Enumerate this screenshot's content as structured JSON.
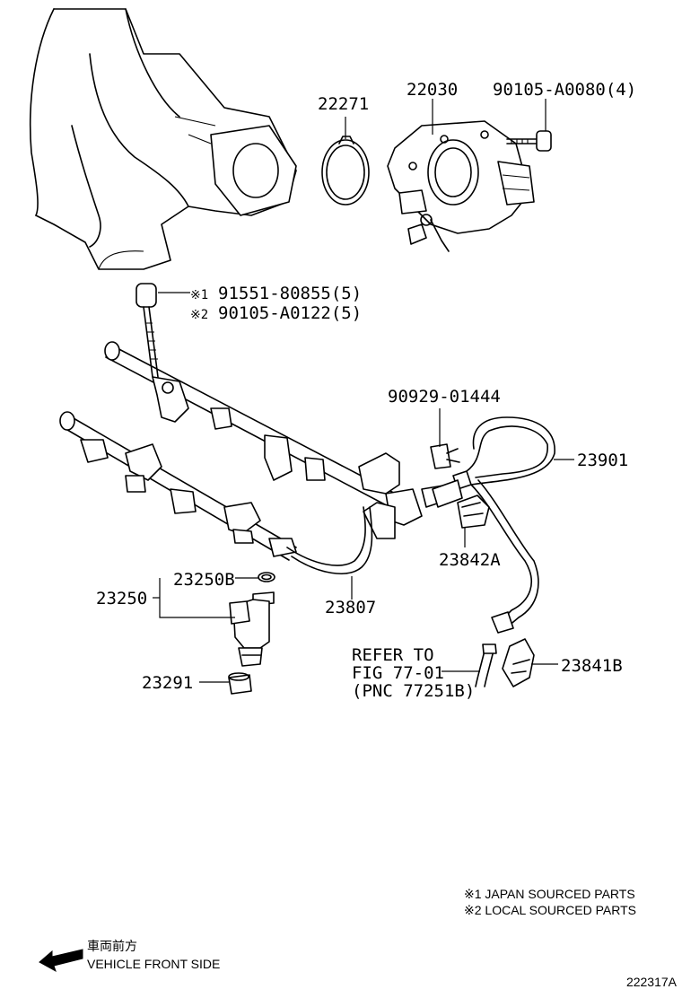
{
  "labels": {
    "p22271": "22271",
    "p22030": "22030",
    "p90105a0080": "90105-A0080(4)",
    "note1_mark": "※1",
    "note1_part": "91551-80855(5)",
    "note2_mark": "※2",
    "note2_part": "90105-A0122(5)",
    "p90929": "90929-01444",
    "p23901": "23901",
    "p23842a": "23842A",
    "p23250b": "23250B",
    "p23250": "23250",
    "p23807": "23807",
    "p23291": "23291",
    "p23841b": "23841B",
    "refer_line1": "REFER TO",
    "refer_line2": "FIG 77-01",
    "refer_line3": "(PNC 77251B)"
  },
  "legend": {
    "line1": "※1 JAPAN SOURCED PARTS",
    "line2": "※2 LOCAL SOURCED PARTS"
  },
  "direction": {
    "jp": "車両前方",
    "en": "VEHICLE FRONT SIDE",
    "icon": "arrow-left-icon"
  },
  "figure_id": "222317A"
}
